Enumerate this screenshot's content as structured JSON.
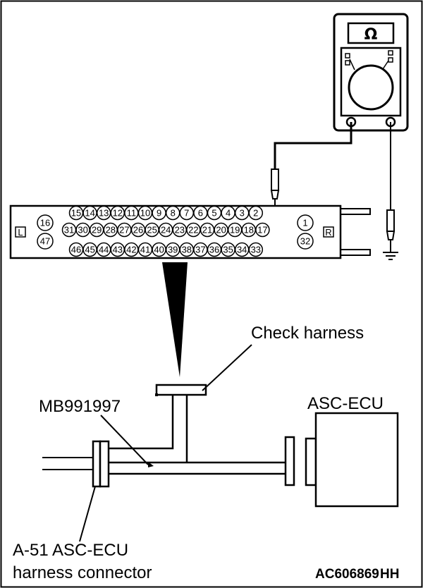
{
  "meter": {
    "symbol": "Ω"
  },
  "connector": {
    "left_mark": "L",
    "right_mark": "R",
    "left_pins": [
      "16",
      "47"
    ],
    "right_pins": [
      "1",
      "32"
    ],
    "row1": [
      "15",
      "14",
      "13",
      "12",
      "11",
      "10",
      "9",
      "8",
      "7",
      "6",
      "5",
      "4",
      "3",
      "2"
    ],
    "row2": [
      "31",
      "30",
      "29",
      "28",
      "27",
      "26",
      "25",
      "24",
      "23",
      "22",
      "21",
      "20",
      "19",
      "18",
      "17"
    ],
    "row3": [
      "46",
      "45",
      "44",
      "43",
      "42",
      "41",
      "40",
      "39",
      "38",
      "37",
      "36",
      "35",
      "34",
      "33"
    ]
  },
  "labels": {
    "check_harness": "Check harness",
    "tool": "MB991997",
    "ecu": "ASC-ECU",
    "connector_line1": "A-51 ASC-ECU",
    "connector_line2": "harness connector",
    "figure_code": "AC606869",
    "figure_suffix": "HH"
  }
}
